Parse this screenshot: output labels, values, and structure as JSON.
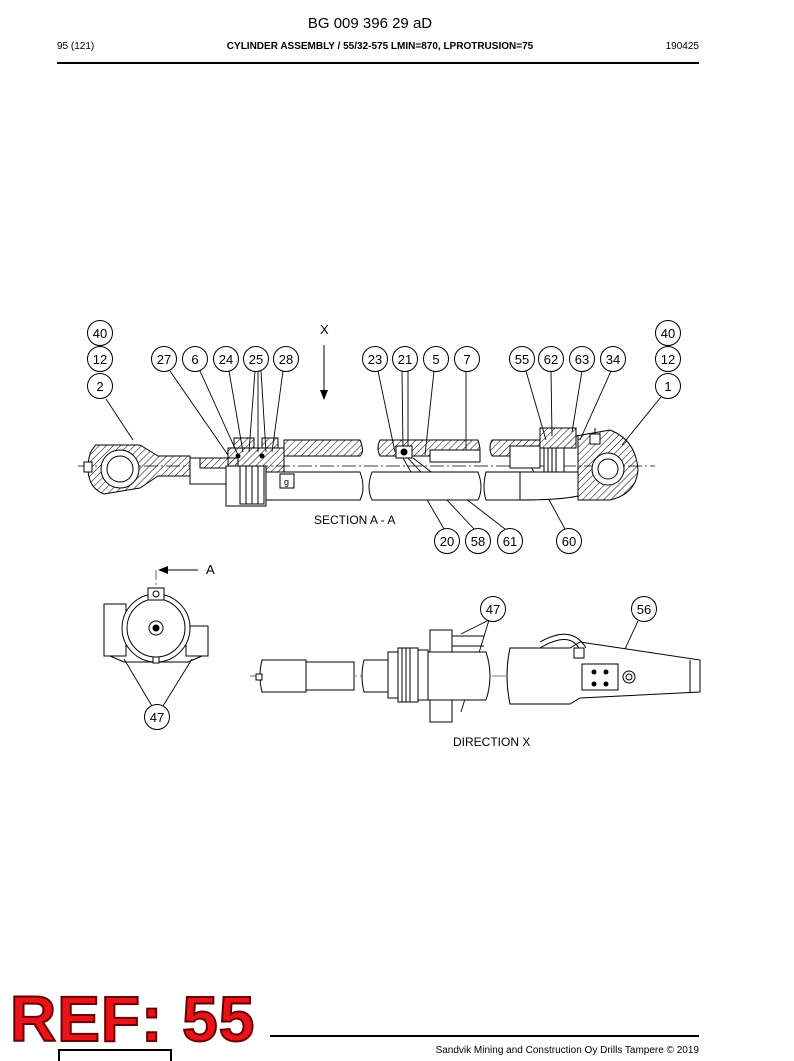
{
  "header": {
    "doc_number": "BG 009 396 29 aD",
    "page": "95 (121)",
    "title": "CYLINDER ASSEMBLY / 55/32-575 LMIN=870, LPROTRUSION=75",
    "date_code": "190425"
  },
  "drawing": {
    "view_marker_x": "X",
    "section_label": "SECTION A - A",
    "section_arrow_label": "A",
    "direction_label": "DIRECTION  X",
    "nut_marker": "g"
  },
  "callouts": {
    "c40_left": "40",
    "c12_left": "12",
    "c2": "2",
    "c27": "27",
    "c6": "6",
    "c24": "24",
    "c25": "25",
    "c28": "28",
    "c23": "23",
    "c21": "21",
    "c5": "5",
    "c7": "7",
    "c55": "55",
    "c62": "62",
    "c63": "63",
    "c34": "34",
    "c40_right": "40",
    "c12_right": "12",
    "c1": "1",
    "c20": "20",
    "c58": "58",
    "c61": "61",
    "c60": "60",
    "c47_end": "47",
    "c47_dir": "47",
    "c56": "56"
  },
  "stamp": {
    "ref": "REF: 55"
  },
  "footer": {
    "copyright": "Sandvik Mining and Construction Oy Drills Tampere © 2019"
  }
}
